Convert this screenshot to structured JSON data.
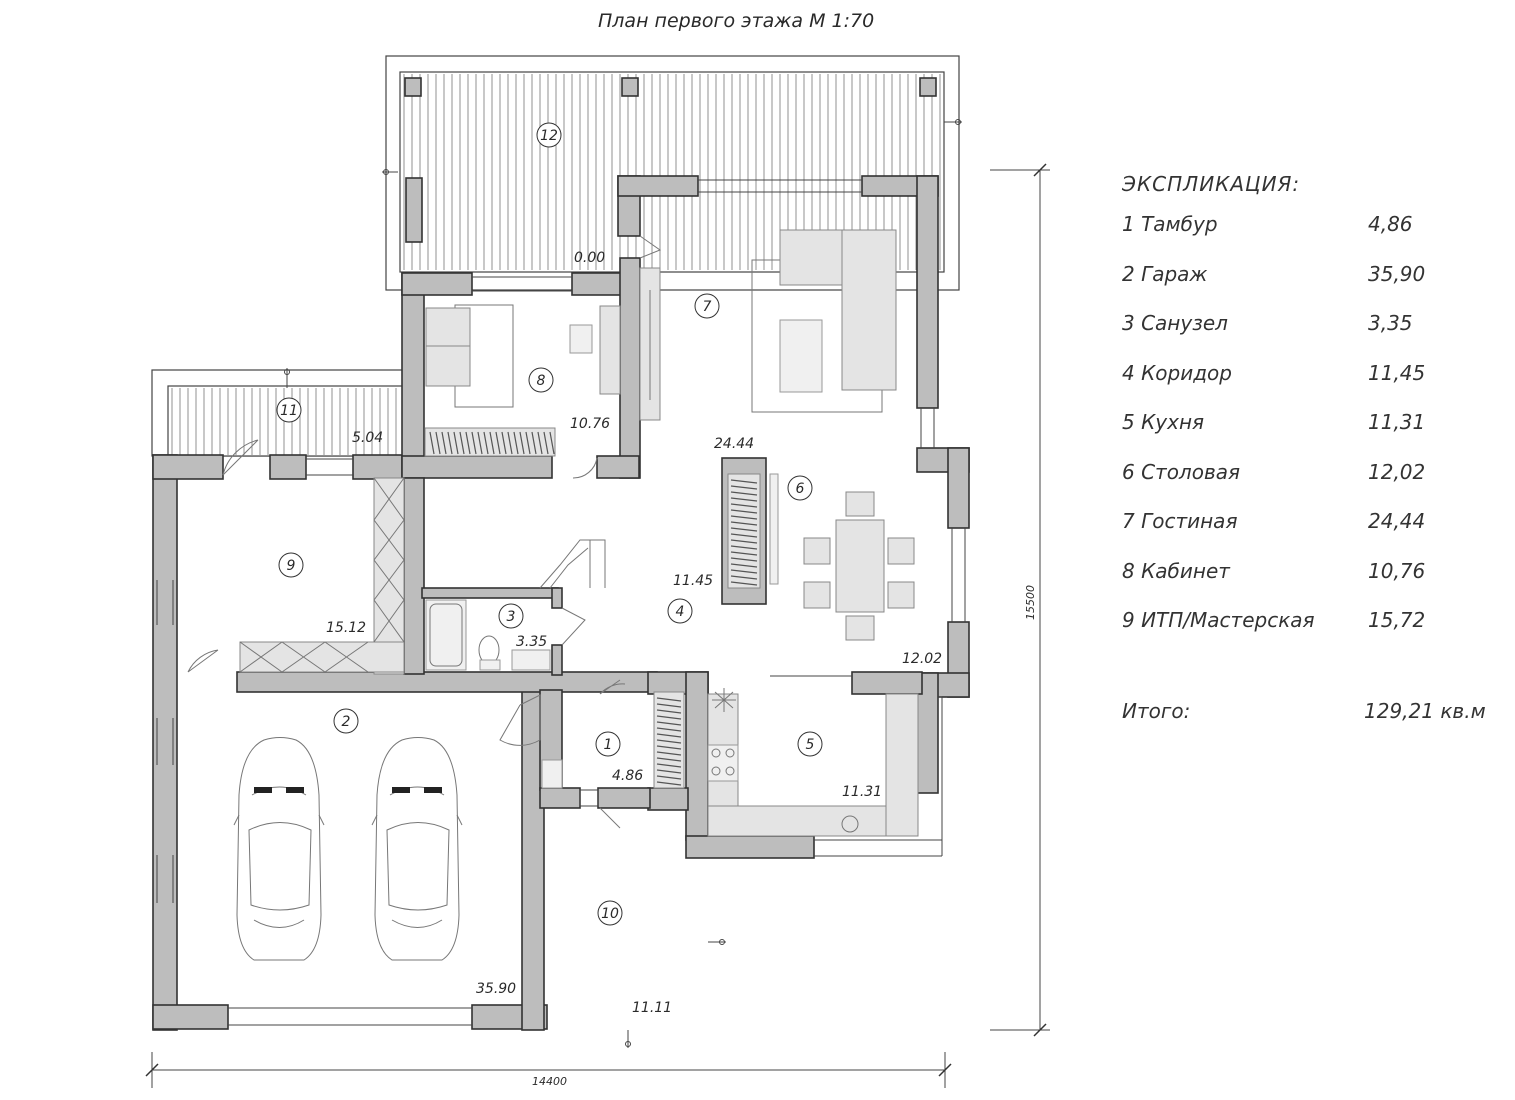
{
  "title": "План первого этажа  М 1:70",
  "rooms": [
    {
      "id": "1",
      "area": "4.86"
    },
    {
      "id": "2",
      "area": "35.90"
    },
    {
      "id": "3",
      "area": "3.35"
    },
    {
      "id": "4",
      "area": "11.45"
    },
    {
      "id": "5",
      "area": "11.31"
    },
    {
      "id": "6",
      "area": "12.02"
    },
    {
      "id": "7",
      "area": "24.44"
    },
    {
      "id": "8",
      "area": "10.76"
    },
    {
      "id": "9",
      "area": "15.12"
    },
    {
      "id": "10",
      "area": "11.11"
    },
    {
      "id": "11",
      "area": "5.04"
    },
    {
      "id": "12",
      "area": "0.00"
    }
  ],
  "dimensions": {
    "width": "14400",
    "height": "15500"
  },
  "explication": {
    "title": "ЭКСПЛИКАЦИЯ:",
    "items": [
      {
        "name": "1  Тамбур",
        "value": "4,86"
      },
      {
        "name": "2  Гараж",
        "value": "35,90"
      },
      {
        "name": "3  Санузел",
        "value": "3,35"
      },
      {
        "name": "4  Коридор",
        "value": "11,45"
      },
      {
        "name": "5  Кухня",
        "value": "11,31"
      },
      {
        "name": "6  Столовая",
        "value": "12,02"
      },
      {
        "name": "7  Гостиная",
        "value": "24,44"
      },
      {
        "name": "8  Кабинет",
        "value": "10,76"
      },
      {
        "name": "9  ИТП/Мастерская",
        "value": "15,72"
      }
    ],
    "total_label": "Итого:",
    "total_value": "129,21  кв.м"
  }
}
